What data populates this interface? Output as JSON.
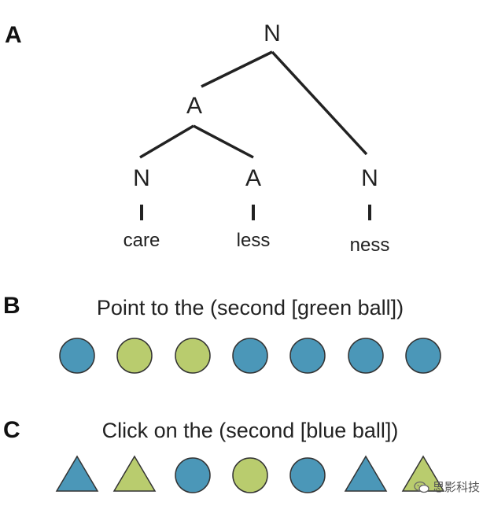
{
  "panels": {
    "a_label": "A",
    "b_label": "B",
    "c_label": "C"
  },
  "tree": {
    "root": "N",
    "mid": "A",
    "left_leaf": "N",
    "mid_leaf": "A",
    "right_leaf": "N",
    "words": [
      "care",
      "less",
      "ness"
    ]
  },
  "prompt_b": "Point to the (second [green ball])",
  "prompt_c": "Click on the (second [blue ball])",
  "colors": {
    "blue": "#4b97b8",
    "green": "#b9cc6e",
    "outline": "#333333"
  },
  "row_b": [
    {
      "shape": "circle",
      "color": "blue"
    },
    {
      "shape": "circle",
      "color": "green"
    },
    {
      "shape": "circle",
      "color": "green"
    },
    {
      "shape": "circle",
      "color": "blue"
    },
    {
      "shape": "circle",
      "color": "blue"
    },
    {
      "shape": "circle",
      "color": "blue"
    },
    {
      "shape": "circle",
      "color": "blue"
    }
  ],
  "row_c": [
    {
      "shape": "triangle",
      "color": "blue"
    },
    {
      "shape": "triangle",
      "color": "green"
    },
    {
      "shape": "circle",
      "color": "blue"
    },
    {
      "shape": "circle",
      "color": "green"
    },
    {
      "shape": "circle",
      "color": "blue"
    },
    {
      "shape": "triangle",
      "color": "blue"
    },
    {
      "shape": "triangle",
      "color": "green"
    }
  ],
  "watermark": {
    "text": "思影科技",
    "icon": "wechat-icon"
  }
}
